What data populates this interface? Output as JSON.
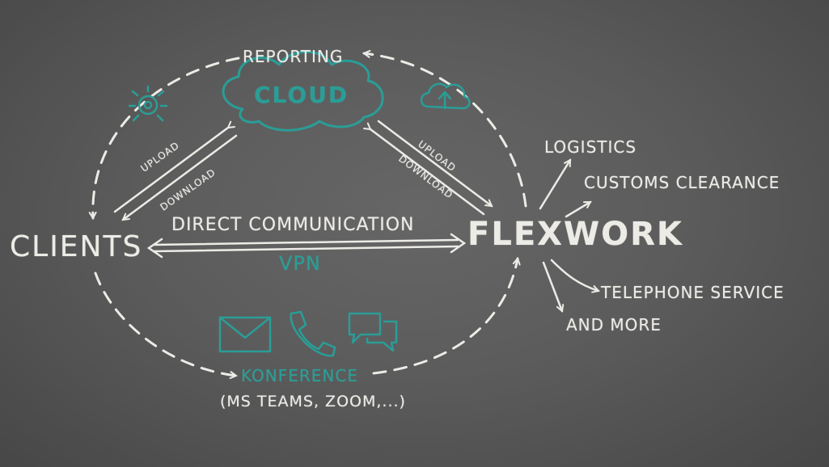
{
  "labels": {
    "reporting": "REPORTING",
    "cloud": "CLOUD",
    "upload_left": "UPLOAD",
    "download_left": "DOWNLOAD",
    "upload_right": "UPLOAD",
    "download_right": "DOWNLOAD",
    "clients": "CLIENTS",
    "direct_communication": "DIRECT COMMUNICATION",
    "vpn": "VPN",
    "flexwork": "FLEXWORK",
    "konference": "KONFERENCE",
    "konference_tools": "(MS TEAMS, ZOOM,...)",
    "services": [
      "LOGISTICS",
      "CUSTOMS CLEARANCE",
      "TELEPHONE SERVICE",
      "AND MORE"
    ]
  },
  "icons": [
    "bug-icon",
    "cloud-upload-icon",
    "envelope-icon",
    "phone-icon",
    "chat-icon"
  ],
  "colors": {
    "board": "#5a5a5a",
    "chalk": "#ecebe6",
    "teal": "#2a9d97"
  }
}
